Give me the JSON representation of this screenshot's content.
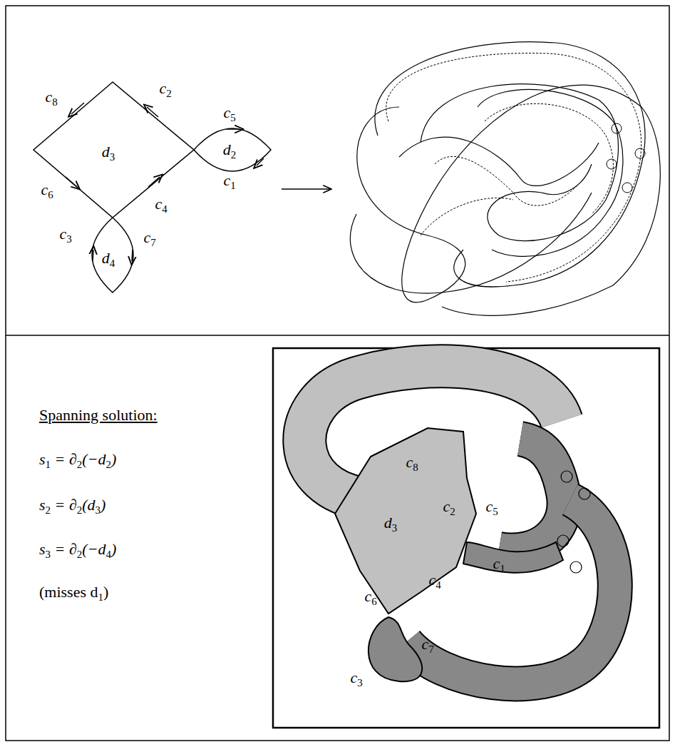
{
  "diagram": {
    "labels": [
      "c8",
      "c2",
      "c5",
      "d3",
      "d2",
      "c1",
      "c6",
      "c4",
      "c3",
      "c7",
      "d4",
      "Spanning solution:",
      "s1 = ∂2(−d2)",
      "s2 = ∂2(d3)",
      "s3 = ∂2(−d4)",
      "(misses d1)",
      "c8",
      "c2",
      "c5",
      "d3",
      "c1",
      "c4",
      "c6",
      "c3",
      "c7"
    ]
  }
}
